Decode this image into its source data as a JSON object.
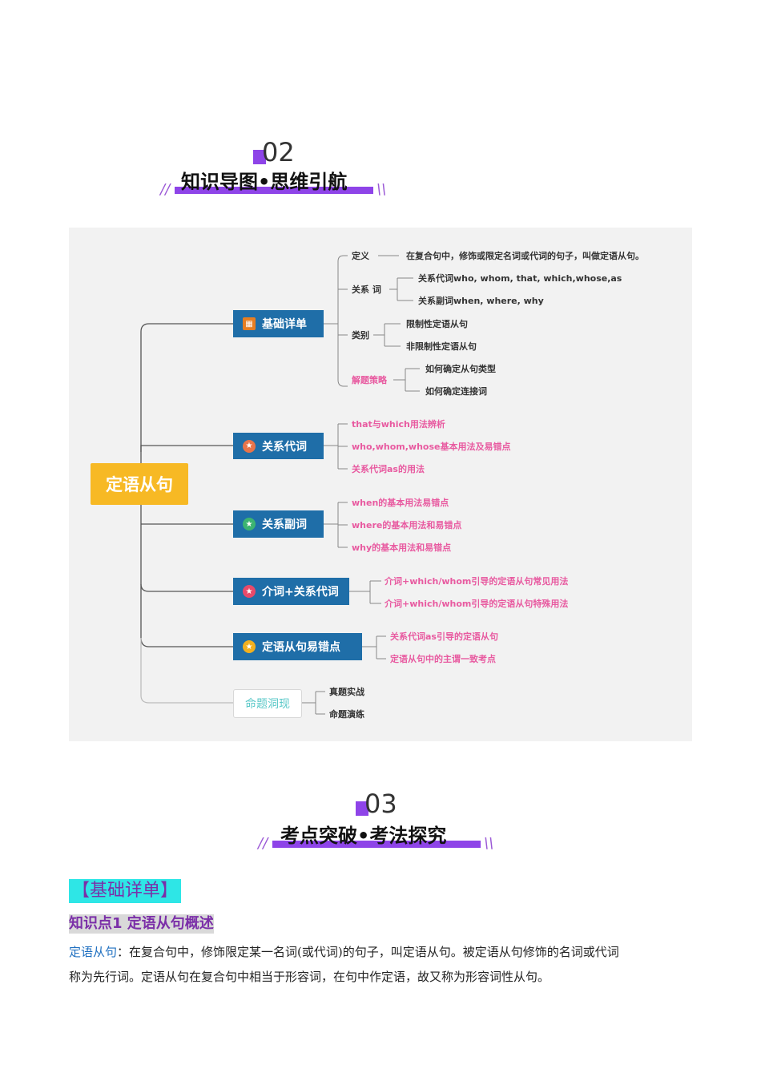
{
  "section2": {
    "number": "02",
    "title": "知识导图•思维引航",
    "slash_left": "//",
    "slash_right": "\\\\"
  },
  "mindmap": {
    "root": "定语从句",
    "branches": [
      {
        "label": "基础详单",
        "icon": "box-icon"
      },
      {
        "label": "关系代词",
        "icon": "star-icon"
      },
      {
        "label": "关系副词",
        "icon": "star-icon"
      },
      {
        "label": "介词+关系代词",
        "icon": "star-icon"
      },
      {
        "label": "定语从句易错点",
        "icon": "star-icon"
      },
      {
        "label": "命题洞现",
        "icon": ""
      }
    ],
    "basics": {
      "def_label": "定义",
      "def_text": "在复合句中，修饰或限定名词或代词的句子，叫做定语从句。",
      "rel_label": "关系 词",
      "rel_pron": "关系代词who, whom, that, which,whose,as",
      "rel_adv": "关系副词when, where, why",
      "type_label": "类别",
      "type_restrictive": "限制性定语从句",
      "type_nonrestrictive": "非限制性定语从句",
      "strategy_label": "解题策略",
      "strategy_1": "如何确定从句类型",
      "strategy_2": "如何确定连接词"
    },
    "pron_items": [
      "that与which用法辨析",
      "who,whom,whose基本用法及易错点",
      "关系代词as的用法"
    ],
    "adv_items": [
      "when的基本用法易错点",
      "where的基本用法和易错点",
      "why的基本用法和易错点"
    ],
    "prep_items": [
      "介词+which/whom引导的定语从句常见用法",
      "介词+which/whom引导的定语从句特殊用法"
    ],
    "error_items": [
      "关系代词as引导的定语从句",
      "定语从句中的主谓一致考点"
    ],
    "exam_items": [
      "真题实战",
      "命题演练"
    ]
  },
  "section3": {
    "number": "03",
    "title": "考点突破•考法探究",
    "slash_left": "//",
    "slash_right": "\\\\"
  },
  "content": {
    "block_header": "【基础详单】",
    "kp_title": "知识点1  定语从句概述",
    "term": "定语从句",
    "para_line1": "：在复合句中，修饰限定某一名词(或代词)的句子，叫定语从句。被定语从句修饰的名词或代词",
    "para_line2": "称为先行词。定语从句在复合句中相当于形容词，在句中作定语，故又称为形容词性从句。"
  },
  "colors": {
    "purple": "#8e44e8",
    "root": "#f7b924",
    "branch": "#1f6ea8",
    "pink": "#e85aa0",
    "cyan": "#2ee6e6"
  }
}
